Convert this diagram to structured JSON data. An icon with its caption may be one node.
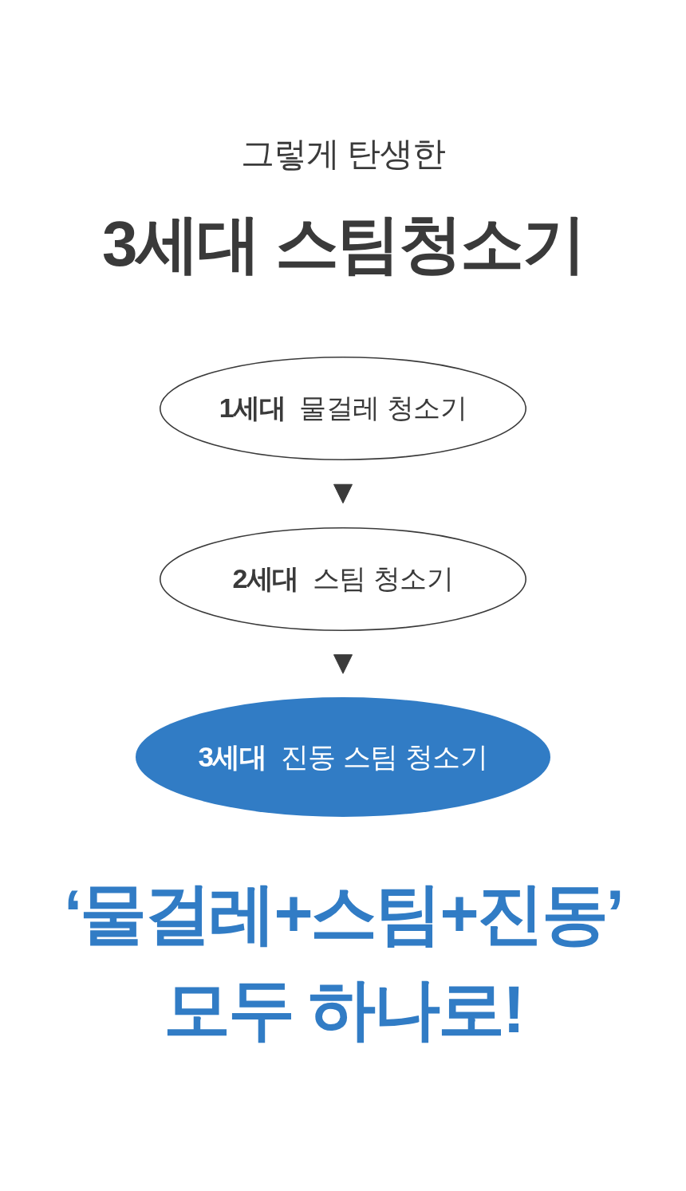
{
  "diagram": {
    "title": "3세대 스팀청소기",
    "nodes": [
      {
        "text": [
          "1세대",
          "물걸레 청소기"
        ]
      },
      {
        "text": [
          "2세대",
          "스팀 청소기"
        ]
      },
      {
        "text": [
          "3세대",
          "진동 스팀 청소기"
        ]
      }
    ],
    "edges": [
      {
        "from": 0,
        "to": 1,
        "arrow": "to"
      },
      {
        "from": 1,
        "to": 2,
        "arrow": "to"
      }
    ],
    "labels": [
      "그렇게 탄생한",
      "‘물걸레+스팀+진동’ 모두 하나로!"
    ]
  }
}
